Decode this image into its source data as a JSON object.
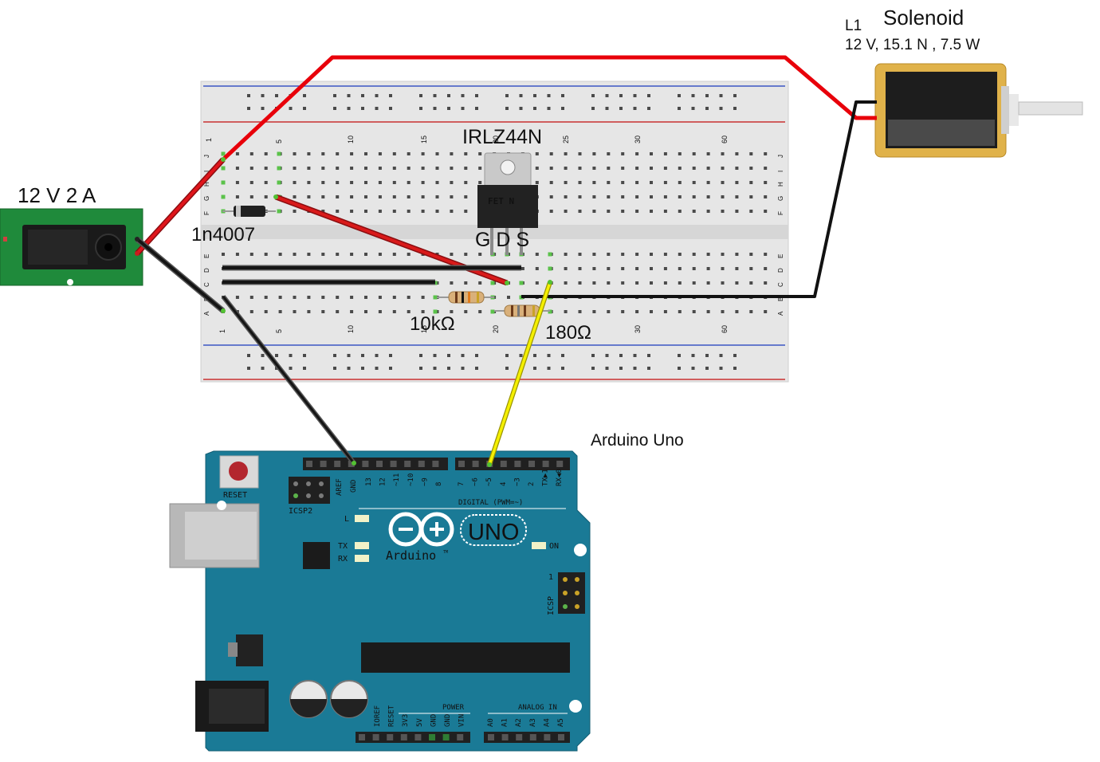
{
  "labels": {
    "power_supply": "12 V 2 A",
    "diode": "1n4007",
    "mosfet": "IRLZ44N",
    "mosfet_body": "FET N",
    "mosfet_pins": "G D S",
    "resistor_pulldown": "10kΩ",
    "resistor_gate": "180Ω",
    "solenoid_ref": "L1",
    "solenoid_title": "Solenoid",
    "solenoid_spec": "12 V, 15.1 N , 7.5 W",
    "arduino_title": "Arduino Uno"
  },
  "breadboard": {
    "col_numbers": [
      "1",
      "5",
      "10",
      "15",
      "20",
      "25",
      "30",
      "60"
    ],
    "row_letters_top": [
      "J",
      "I",
      "H",
      "G",
      "F"
    ],
    "row_letters_bottom": [
      "E",
      "D",
      "C",
      "B",
      "A"
    ]
  },
  "arduino": {
    "reset": "RESET",
    "icsp2": "ICSP2",
    "icsp": "ICSP",
    "icsp_pin1": "1",
    "aref": "AREF",
    "gnd": "GND",
    "pins_high": [
      "13",
      "12",
      "~11",
      "~10",
      "~9",
      "8"
    ],
    "pins_low": [
      "7",
      "~6",
      "~5",
      "4",
      "~3",
      "2",
      "TX▶1",
      "RX◀0"
    ],
    "digital": "DIGITAL (PWM=~)",
    "led_l": "L",
    "led_tx": "TX",
    "led_rx": "RX",
    "on": "ON",
    "uno": "UNO",
    "brand": "Arduino",
    "tm": "TM",
    "power_label": "POWER",
    "analog_label": "ANALOG IN",
    "power_pins": [
      "IOREF",
      "RESET",
      "3V3",
      "5V",
      "GND",
      "GND",
      "VIN"
    ],
    "analog_pins": [
      "A0",
      "A1",
      "A2",
      "A3",
      "A4",
      "A5"
    ]
  },
  "colors": {
    "wire_red": "#e8000a",
    "wire_black": "#111111",
    "wire_yellow": "#f5f000",
    "arduino_board": "#1a7a96",
    "jack_board": "#1f8a3b",
    "solenoid_frame": "#e0b24a",
    "breadboard": "#e9e9e9"
  }
}
